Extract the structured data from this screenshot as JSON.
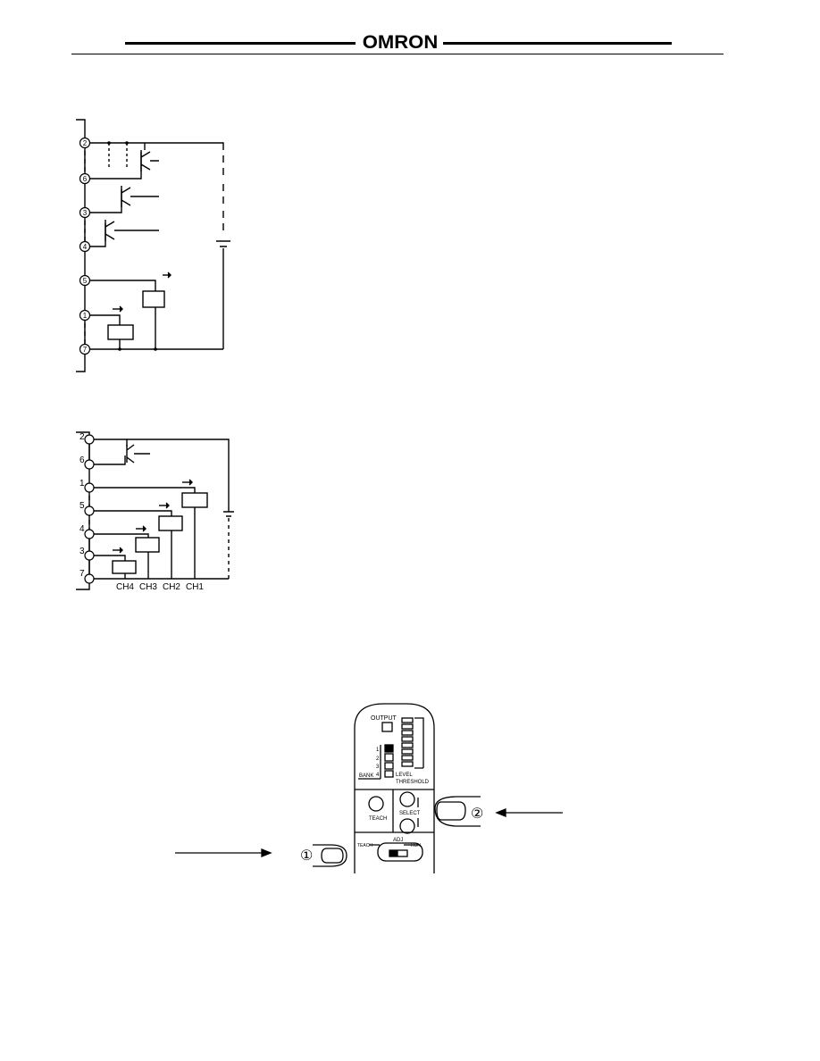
{
  "header": {
    "brand": "OMRON"
  },
  "diagram1": {
    "terminals": [
      "2",
      "6",
      "3",
      "4",
      "5",
      "1",
      "7"
    ]
  },
  "diagram2": {
    "terminals": [
      "2",
      "6",
      "1",
      "5",
      "4",
      "3",
      "7"
    ],
    "channels": [
      "CH4",
      "CH3",
      "CH2",
      "CH1"
    ]
  },
  "panel": {
    "output_label": "OUTPUT",
    "bank_numbers": [
      "1",
      "2",
      "3",
      "4"
    ],
    "bank_label": "BANK",
    "level_label": "LEVEL",
    "threshold_label": "THRESHOLD",
    "teach_label": "TEACH",
    "select_label": "SELECT",
    "switch_center_label": "ADJ",
    "switch_left_label": "TEACH",
    "switch_right_label": "RUN",
    "callout_1": "①",
    "callout_2": "②"
  }
}
